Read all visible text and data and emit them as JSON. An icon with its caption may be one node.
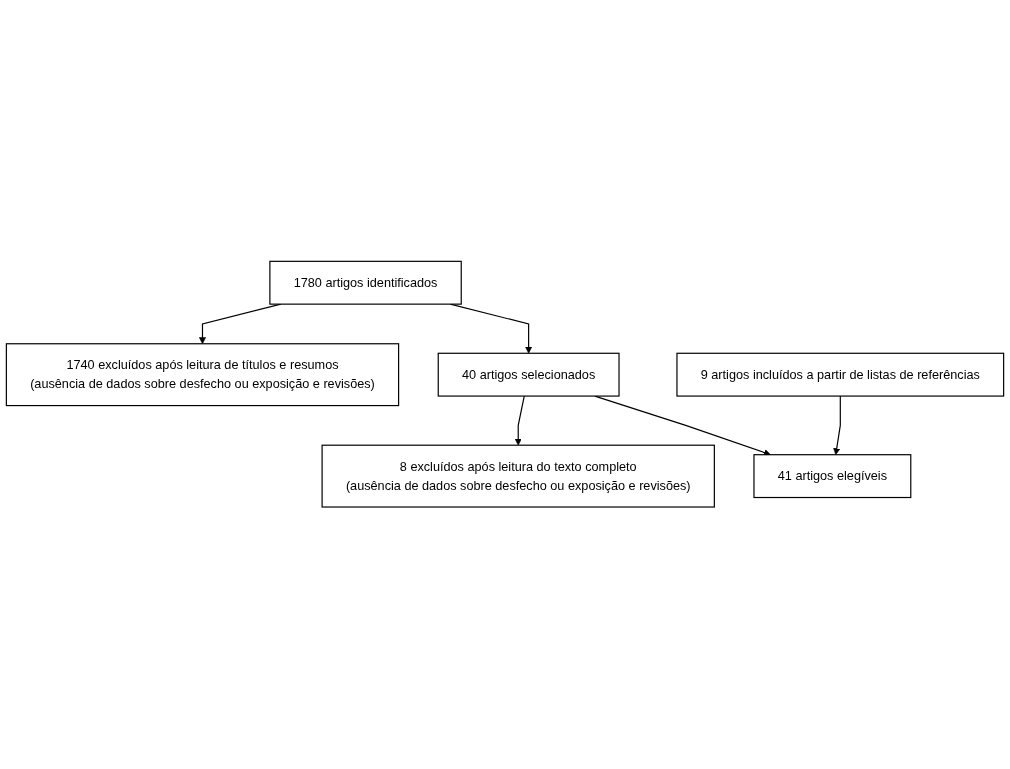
{
  "diagram": {
    "nodes": [
      {
        "text": [
          "1780 artigos identificados"
        ]
      },
      {
        "text": [
          "1740 excluídos após leitura de títulos e resumos",
          "(ausência de dados sobre desfecho ou exposição e revisões)"
        ]
      },
      {
        "text": [
          "40 artigos selecionados"
        ]
      },
      {
        "text": [
          "8 excluídos após leitura do texto completo",
          "(ausência de dados sobre desfecho ou exposição e revisões)"
        ]
      },
      {
        "text": [
          "9 artigos incluídos a partir de listas de referências"
        ]
      },
      {
        "text": [
          "41 artigos elegíveis"
        ]
      }
    ],
    "edges": [
      {
        "from": 0,
        "to": 1,
        "arrow": "to"
      },
      {
        "from": 0,
        "to": 2,
        "arrow": "to"
      },
      {
        "from": 2,
        "to": 3,
        "arrow": "to"
      },
      {
        "from": 2,
        "to": 5,
        "arrow": "to"
      },
      {
        "from": 4,
        "to": 5,
        "arrow": "to"
      }
    ]
  }
}
